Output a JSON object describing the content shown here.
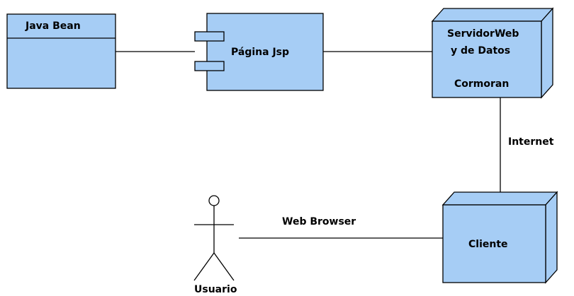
{
  "palette": {
    "fill": "#a6cdf5",
    "fill_dark": "#8fb8e6",
    "stroke": "#000000",
    "background": "#ffffff"
  },
  "nodes": {
    "java_bean": {
      "label": "Java Bean"
    },
    "pagina_jsp": {
      "label": "Página Jsp"
    },
    "servidor": {
      "line1": "ServidorWeb",
      "line2": "y de Datos",
      "name": "Cormoran"
    },
    "cliente": {
      "label": "Cliente"
    },
    "usuario": {
      "label": "Usuario"
    }
  },
  "connectors": {
    "internet": {
      "label": "Internet"
    },
    "web_browser": {
      "label": "Web Browser"
    }
  }
}
